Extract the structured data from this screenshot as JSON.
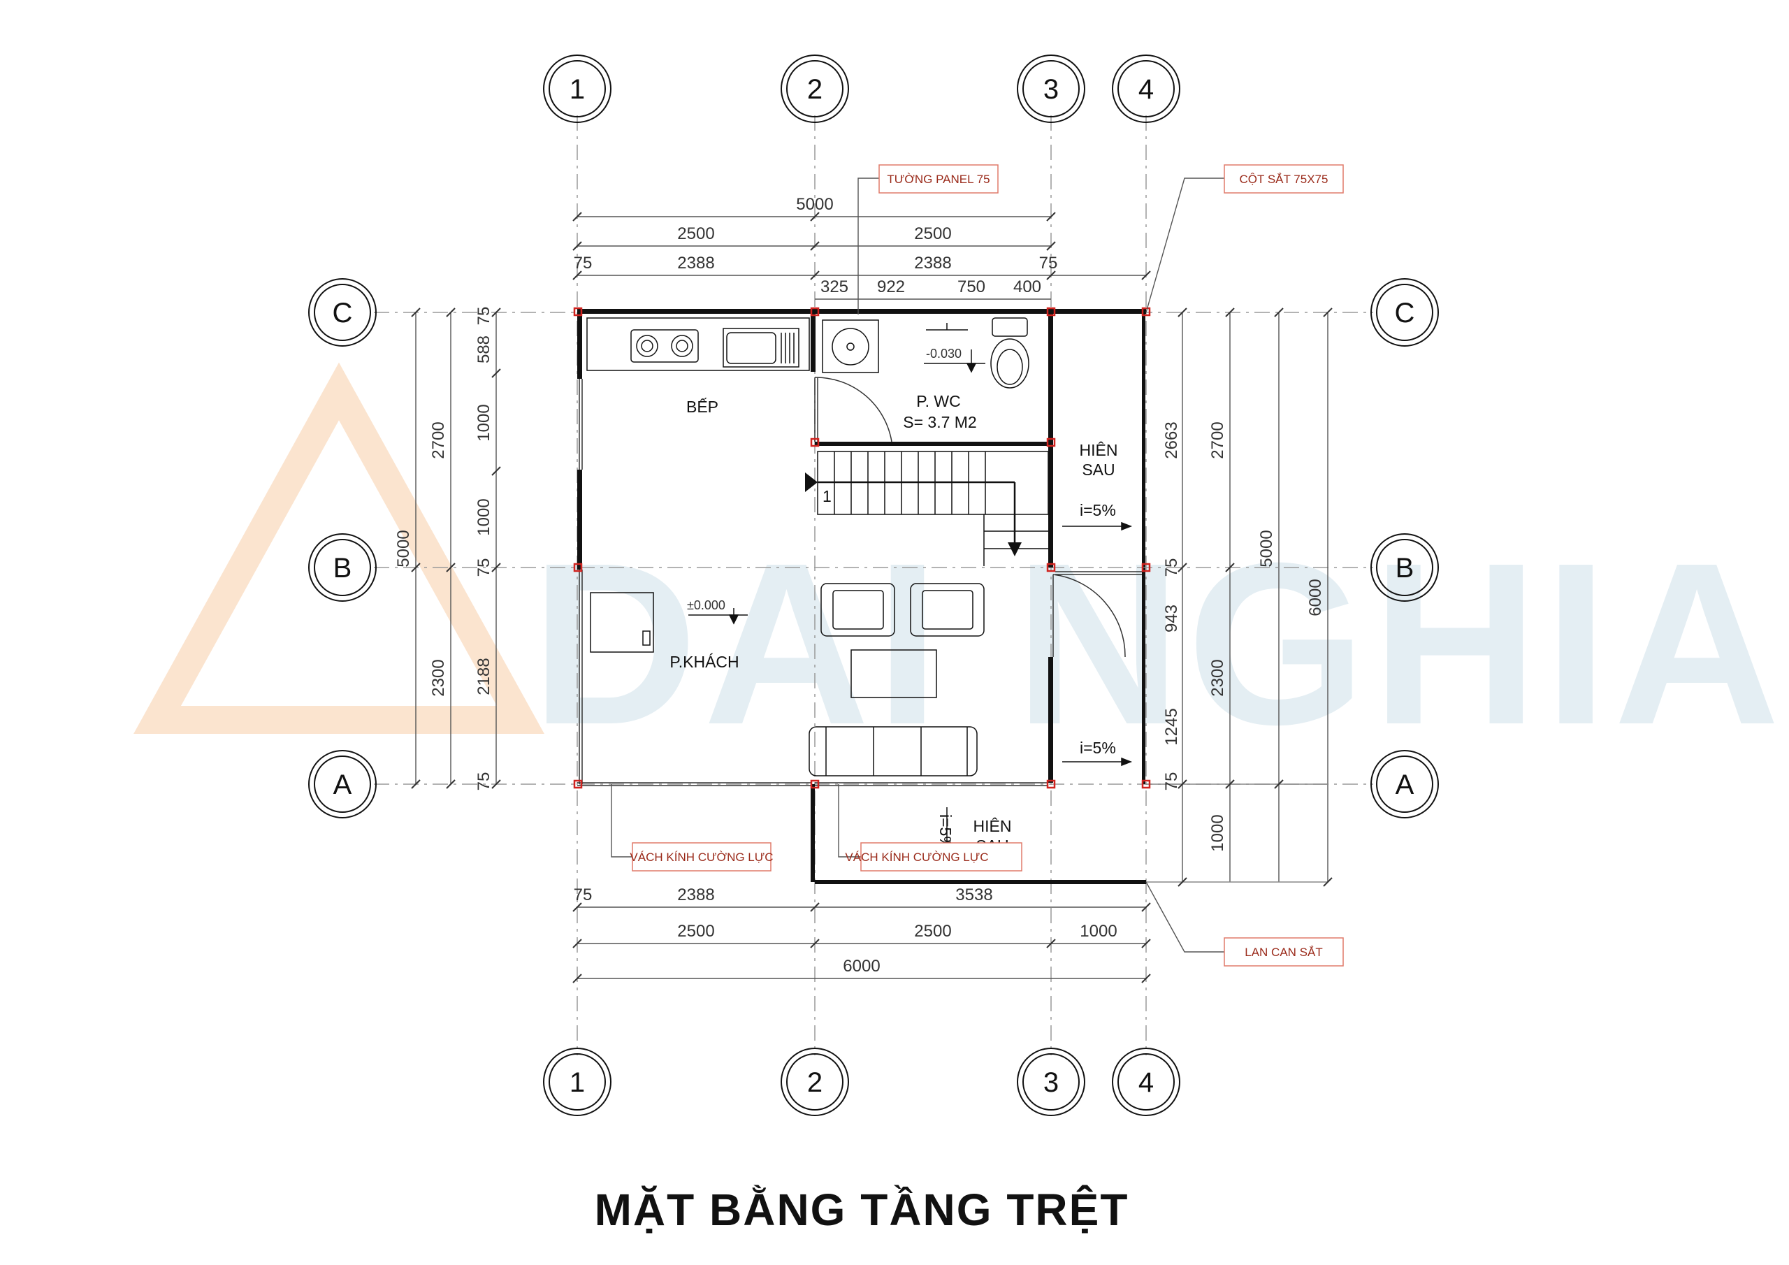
{
  "title": "MẶT BẰNG TẦNG  TRỆT",
  "watermark": "DAI NGHIA",
  "grid_labels": {
    "cols": [
      "1",
      "2",
      "3",
      "4"
    ],
    "rows": [
      "C",
      "B",
      "A"
    ]
  },
  "rooms": {
    "bep": "BẾP",
    "wc": "P. WC",
    "wc_area": "S= 3.7 M2",
    "hien_sau_1a": "HIÊN",
    "hien_sau_1b": "SAU",
    "hien_sau_2a": "HIÊN",
    "hien_sau_2b": "SAU",
    "khach": "P.KHÁCH"
  },
  "levels": {
    "wc": "-0.030",
    "khach": "±0.000"
  },
  "slopes": {
    "s1": "i=5%",
    "s2": "i=5%",
    "s3": "i=5%"
  },
  "stair_step": "1",
  "notes": {
    "tuong_panel": "TƯỜNG PANEL 75",
    "cot_sat": "CỘT SẮT 75X75",
    "vach_kinh_1": "VÁCH KÍNH CƯỜNG LỰC",
    "vach_kinh_2": "VÁCH KÍNH CƯỜNG LỰC",
    "lan_can": "LAN CAN SẮT"
  },
  "dims": {
    "top_total": "5000",
    "top_a": "2500",
    "top_b": "2500",
    "top_c1": "75",
    "top_c2": "2388",
    "top_c3": "2388",
    "top_c4": "75",
    "top_d1": "325",
    "top_d2": "922",
    "top_d3": "750",
    "top_d4": "400",
    "bot_a1": "75",
    "bot_a2": "2388",
    "bot_a3": "3538",
    "bot_b1": "2500",
    "bot_b2": "2500",
    "bot_b3": "1000",
    "bot_total": "6000",
    "left_total": "5000",
    "left_a": "2700",
    "left_b": "2300",
    "left_c1": "75",
    "left_c2": "588",
    "left_c3": "1000",
    "left_c4": "1000",
    "left_c5": "75",
    "left_c6": "2188",
    "left_c7": "75",
    "right_a1": "2663",
    "right_a2": "75",
    "right_a3": "943",
    "right_a4": "1245",
    "right_a5": "75",
    "right_a6": "1000",
    "right_b1": "2700",
    "right_b2": "2300",
    "right_c1": "5000",
    "right_d1": "6000"
  },
  "colors": {
    "ink": "#111111",
    "note": "#9a2a1a",
    "column_marker": "#d0231f",
    "watermark": "#e4eef3"
  }
}
